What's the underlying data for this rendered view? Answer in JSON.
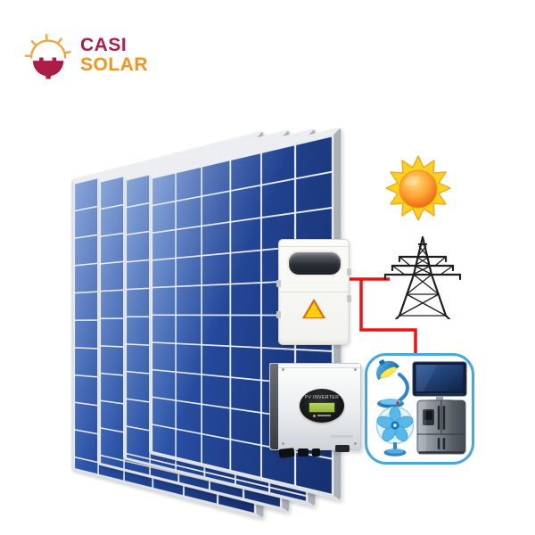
{
  "brand": {
    "name_line1": "CASI",
    "name_line2": "SOLAR",
    "color_primary": "#b01d47",
    "color_secondary": "#f7941d"
  },
  "scene": {
    "background": "#ffffff",
    "wire_red": "#f01111",
    "wire_black": "#141414"
  },
  "components": {
    "panel_array": {
      "name": "polycrystalline solar panel array",
      "panel_count": 4,
      "cell_color": "#24489a",
      "grid_color": "#e9eef5",
      "frame_color": "#dde1e5"
    },
    "sun": {
      "name": "sun",
      "ray_color": "#ffd21f",
      "core_color": "#f07a12"
    },
    "combiner_box": {
      "name": "PV combiner box",
      "warning_symbol": "high-voltage",
      "bolt_glyph": "⚡",
      "triangle_color": "#ffd400"
    },
    "grid_tower": {
      "name": "power transmission tower",
      "color": "#1f1f1f"
    },
    "inverter": {
      "name": "solar inverter",
      "display_text": "PV INVERTER"
    },
    "appliances": {
      "name": "household appliance loads",
      "border_color": "#47a7dd",
      "items": [
        "desk-lamp",
        "television",
        "electric-fan",
        "refrigerator"
      ]
    }
  }
}
